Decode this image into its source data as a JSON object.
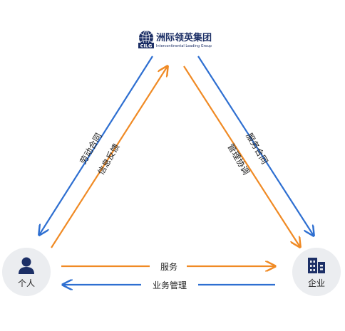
{
  "logo": {
    "name": "洲际领英集团",
    "english": "Intercontinental Leading Group",
    "emblem": "CILG"
  },
  "nodes": {
    "person": {
      "label": "个人",
      "icon": "person-icon"
    },
    "company": {
      "label": "企业",
      "icon": "building-icon"
    }
  },
  "edges": {
    "left_outer": "劳动合同",
    "left_inner": "信息反馈",
    "right_outer": "服务合同",
    "right_inner": "管理协调",
    "bottom_top": "服务",
    "bottom_bottom": "业务管理"
  },
  "colors": {
    "blue": "#2e6fd1",
    "orange": "#f08a24",
    "navy": "#1c2f66",
    "node_bg": "#ebedf0",
    "text": "#222222"
  }
}
